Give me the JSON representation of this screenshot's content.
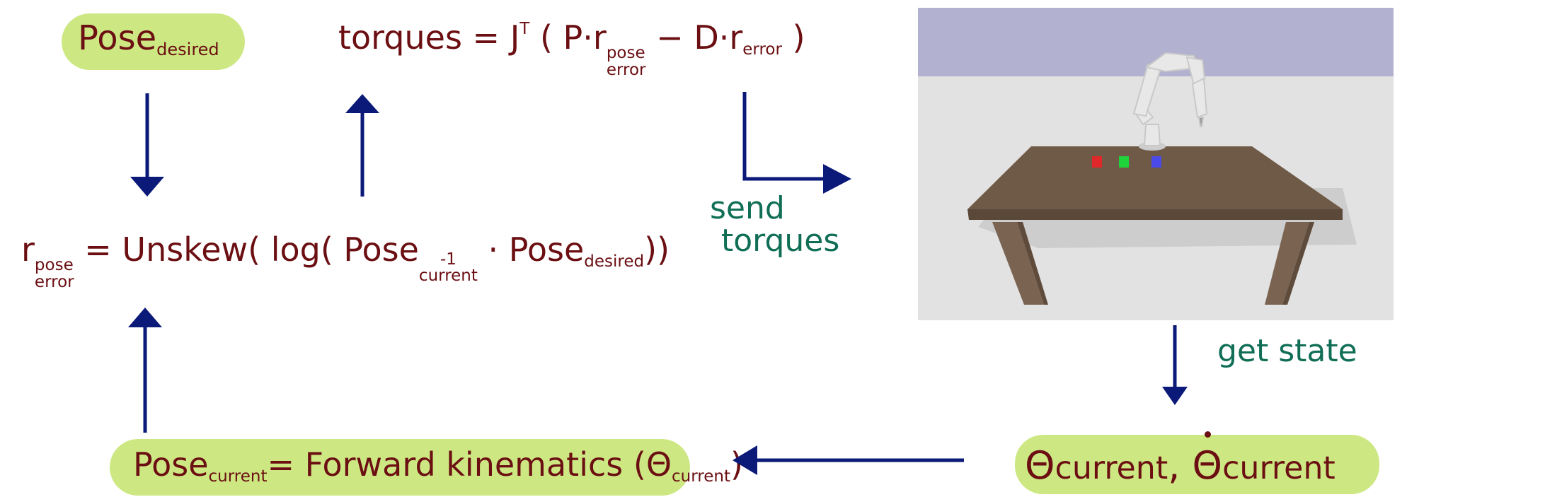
{
  "pose_desired": {
    "main": "Pose",
    "sub": "desired"
  },
  "torques_eq": {
    "lhs": "torques",
    "eq": "=",
    "j": "J",
    "t": "T",
    "open": "(",
    "p_dot": "P·r",
    "sub_top": "pose",
    "sub_bot": "error",
    "minus": "−",
    "d_dot": "D·r",
    "d_sub": "error",
    "close": ")"
  },
  "error_eq": {
    "r": "r",
    "r_sub_top": "pose",
    "r_sub_bot": "error",
    "eq": "=",
    "unskew": "Unskew",
    "open1": "(",
    "log": "log",
    "open2": "(",
    "pose1": "Pose",
    "pose1_sup": "-1",
    "pose1_sub": "current",
    "dot": "·",
    "pose2": "Pose",
    "pose2_sub": "desired",
    "close": "))"
  },
  "fk_eq": {
    "pose": "Pose",
    "pose_sub": "current",
    "eq": "=",
    "rhs": "Forward kinematics",
    "open": "(",
    "theta": "Θ",
    "theta_sub": "current",
    "close": ")"
  },
  "state": {
    "theta1": "Θ",
    "theta1_text": "current",
    "comma": ",",
    "theta2": "Θ",
    "theta2_text": "current"
  },
  "notes": {
    "send_line1": "send",
    "send_line2": "torques",
    "get_state": "get state"
  },
  "colors": {
    "equation": "#6b0f12",
    "note": "#0f6e55",
    "arrow": "#0b1a78",
    "pill": "#cde883",
    "sky": "#b2b2d0",
    "floor": "#e2e2e2",
    "table_top": "#6f5a47",
    "table_leg": "#7a6350",
    "robot": "#e8e8e8",
    "cube_red": "#e0282a",
    "cube_green": "#1fd43a",
    "cube_blue": "#4a4ae8"
  },
  "icons": {
    "scene": "simulation-render",
    "robot": "robot-arm-icon"
  }
}
